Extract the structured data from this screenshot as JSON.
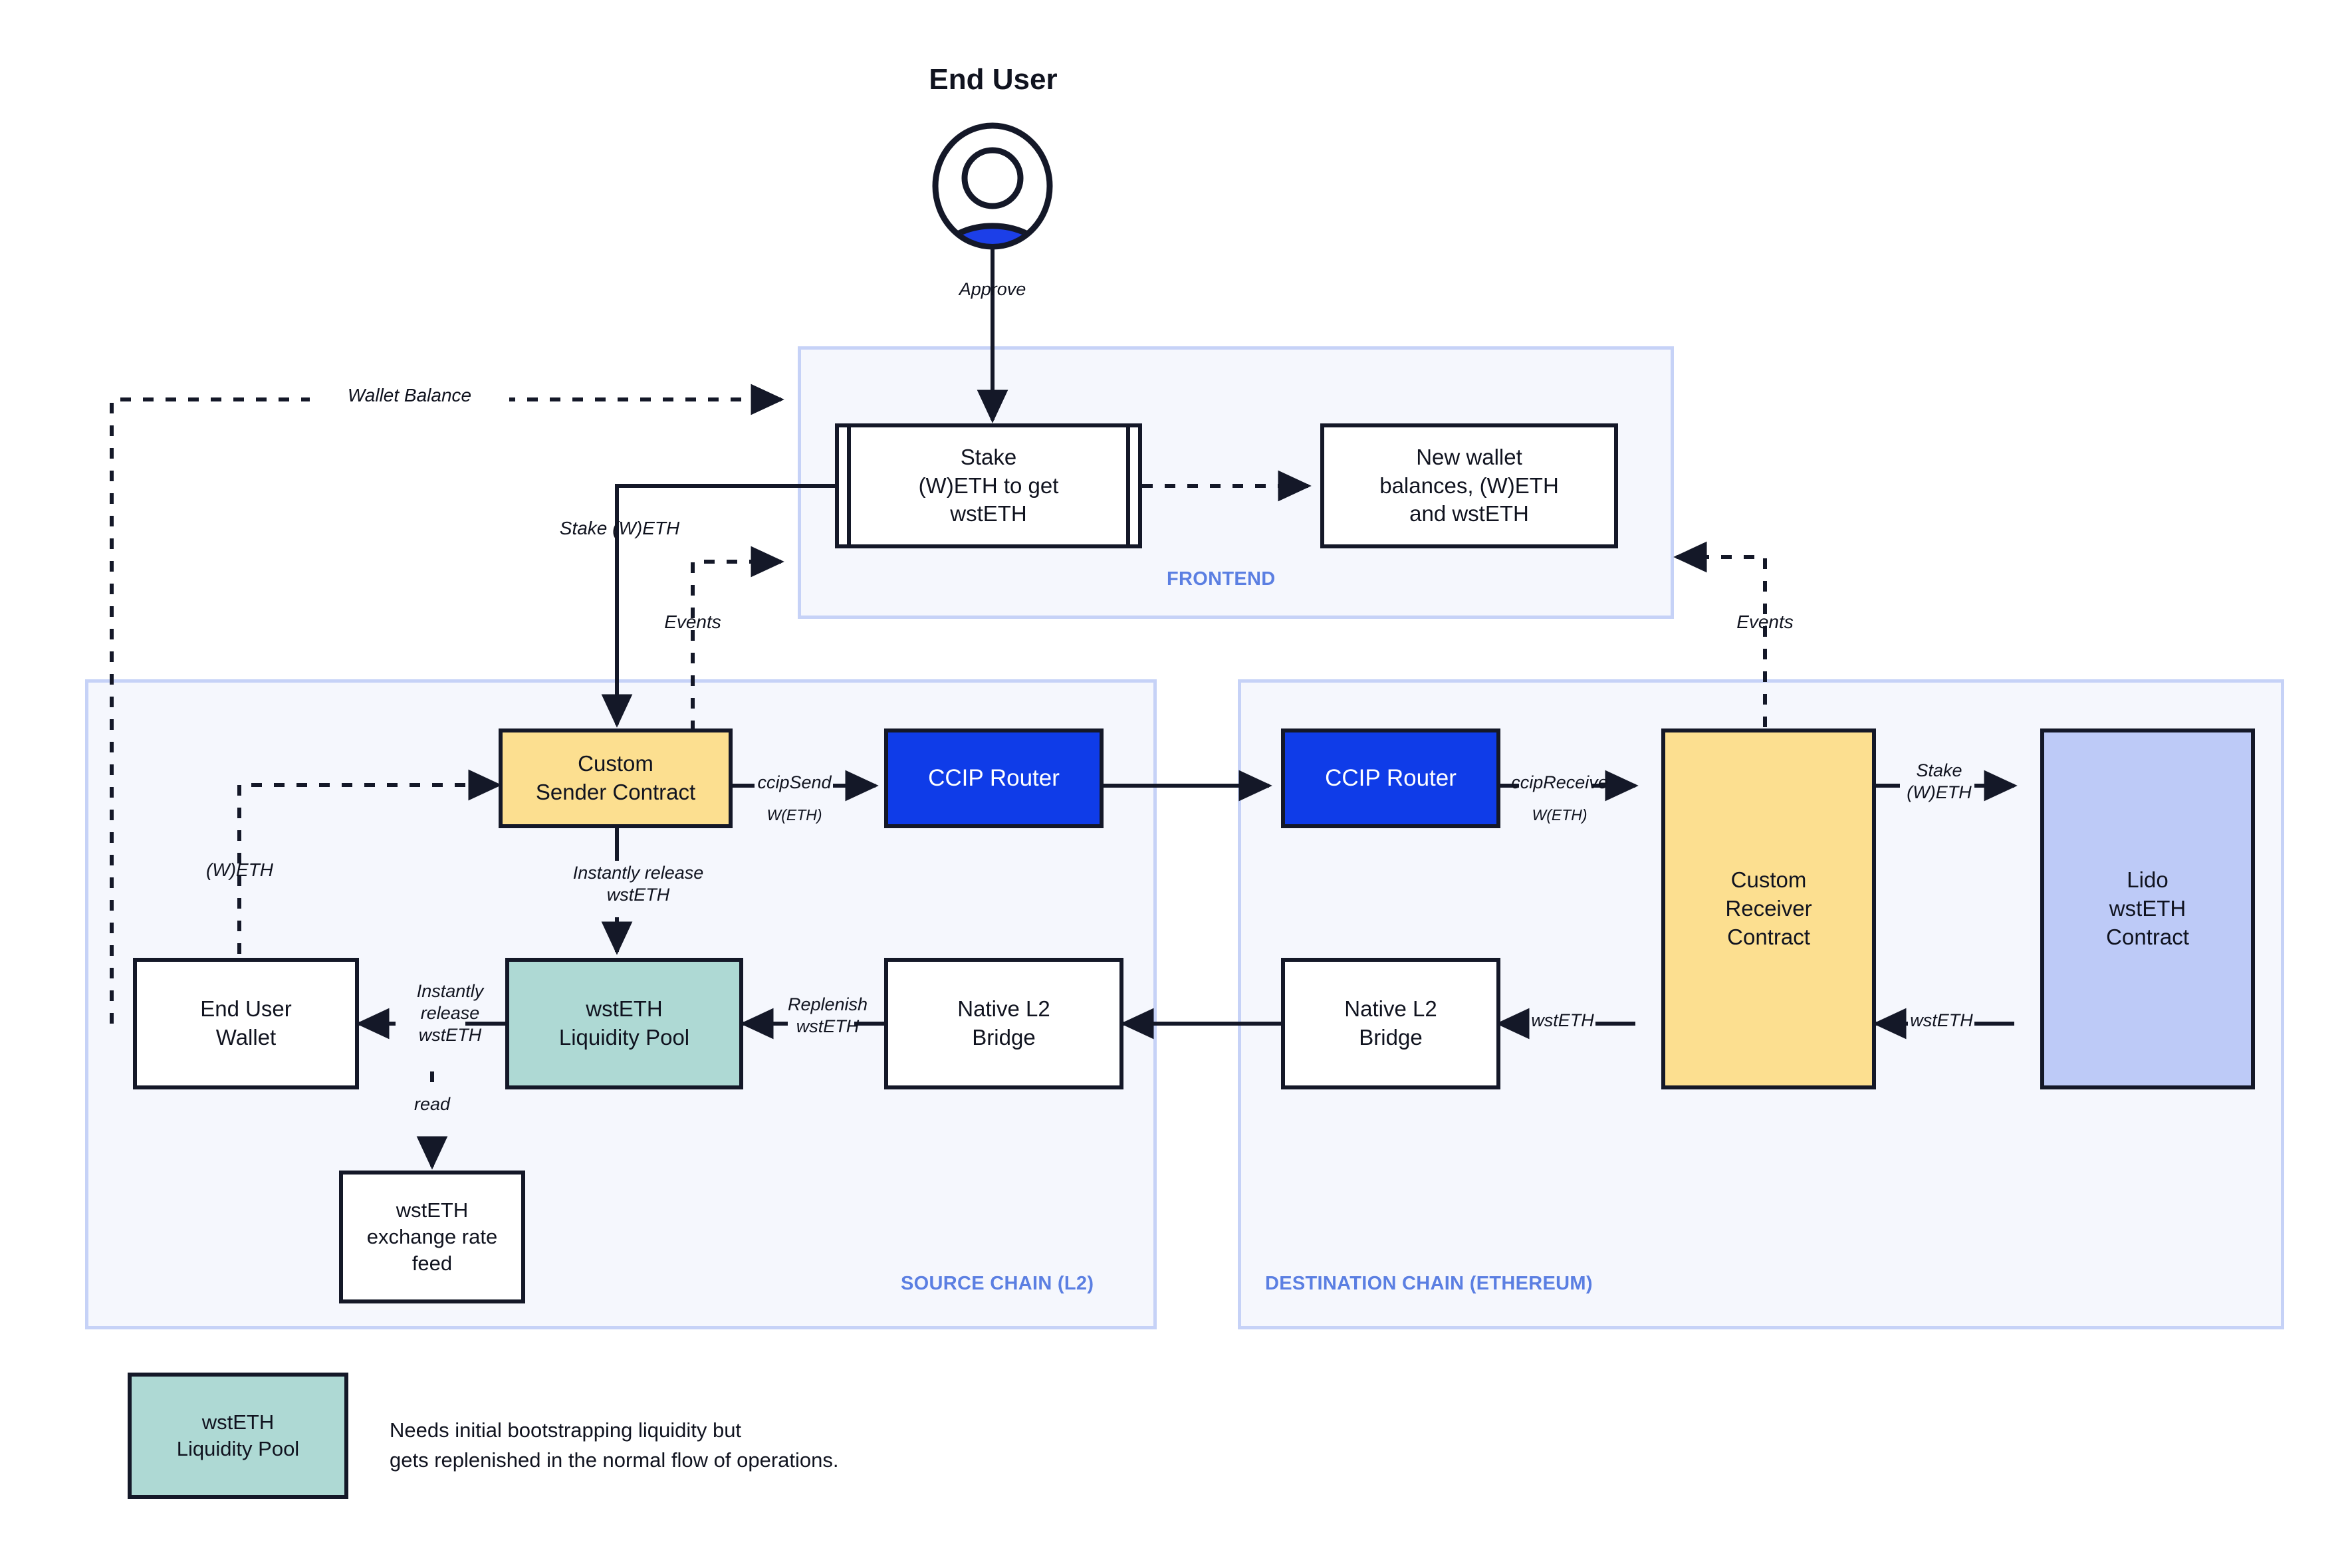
{
  "diagram": {
    "title": "End User",
    "actor": {
      "label": "End User",
      "icon": "user-avatar-icon",
      "accent_color": "#1c3fe8"
    }
  },
  "zones": [
    {
      "id": "frontend",
      "label": "FRONTEND",
      "fill": "#f5f7fd",
      "border": "#c6d2f7"
    },
    {
      "id": "source-chain",
      "label": "SOURCE CHAIN (L2)",
      "fill": "#f5f7fd",
      "border": "#c6d2f7"
    },
    {
      "id": "destination-chain",
      "label": "DESTINATION CHAIN (ETHEREUM)",
      "fill": "#f5f7fd",
      "border": "#c6d2f7"
    }
  ],
  "nodes": {
    "stake_weth_to_get_wsteth": "Stake\n(W)ETH to get\nwstETH",
    "new_wallet_balances": "New wallet\nbalances, (W)ETH\nand wstETH",
    "custom_sender_contract": "Custom\nSender Contract",
    "ccip_router_source": "CCIP Router",
    "ccip_router_destination": "CCIP Router",
    "custom_receiver_contract": "Custom\nReceiver\nContract",
    "lido_wsteth_contract": "Lido\nwstETH\nContract",
    "end_user_wallet": "End User\nWallet",
    "wsteth_liquidity_pool": "wstETH\nLiquidity Pool",
    "native_l2_bridge_source": "Native L2\nBridge",
    "native_l2_bridge_destination": "Native L2\nBridge",
    "wsteth_exchange_rate_feed": "wstETH\nexchange rate\nfeed"
  },
  "edge_labels": {
    "approve": "Approve",
    "wallet_balance": "Wallet Balance",
    "stake_weth": "Stake (W)ETH",
    "events_left": "Events",
    "events_right": "Events",
    "weth": "(W)ETH",
    "ccip_send": "ccipSend",
    "ccip_send_asset": "W(ETH)",
    "ccip_receive": "ccipReceive",
    "ccip_receive_asset": "W(ETH)",
    "stake_weth_dest": "Stake\n(W)ETH",
    "instantly_release_wsteth_down": "Instantly release\nwstETH",
    "instantly_release_wsteth_left": "Instantly\nrelease\nwstETH",
    "replenish_wsteth": "Replenish\nwstETH",
    "read": "read",
    "wsteth_mid": "wstETH",
    "wsteth_right": "wstETH"
  },
  "legend": {
    "swatch_label": "wstETH\nLiquidity Pool",
    "note": "Needs initial bootstrapping liquidity but\ngets replenished in the normal flow of operations."
  },
  "colors": {
    "contract_yellow": "#fcdf90",
    "pool_teal": "#aed9d4",
    "lido_lavender": "#bdcaf7",
    "ccip_blue": "#0f3ce8",
    "stroke_dark": "#141828",
    "zone_fill": "#f5f7fd",
    "zone_border": "#c6d2f7",
    "zone_label_blue": "#5b7fe2"
  }
}
